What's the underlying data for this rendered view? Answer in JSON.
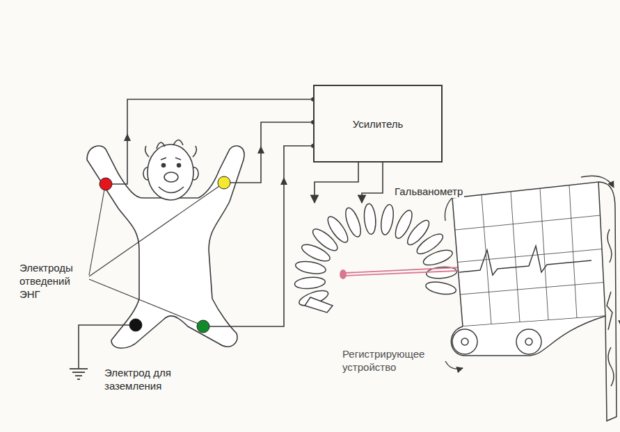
{
  "diagram": {
    "nodes": [
      {
        "text": [
          "Усилитель"
        ]
      },
      {
        "text": [
          "Гальванометр"
        ]
      }
    ],
    "edges": [
      {
        "from": 0,
        "to": 1,
        "arrow": "to"
      },
      {
        "from": 0,
        "to": 1,
        "arrow": "to"
      }
    ],
    "labels": [
      "Электроды отведений ЭНГ",
      "Электрод для заземления",
      "Регистрирующее устройство"
    ]
  }
}
